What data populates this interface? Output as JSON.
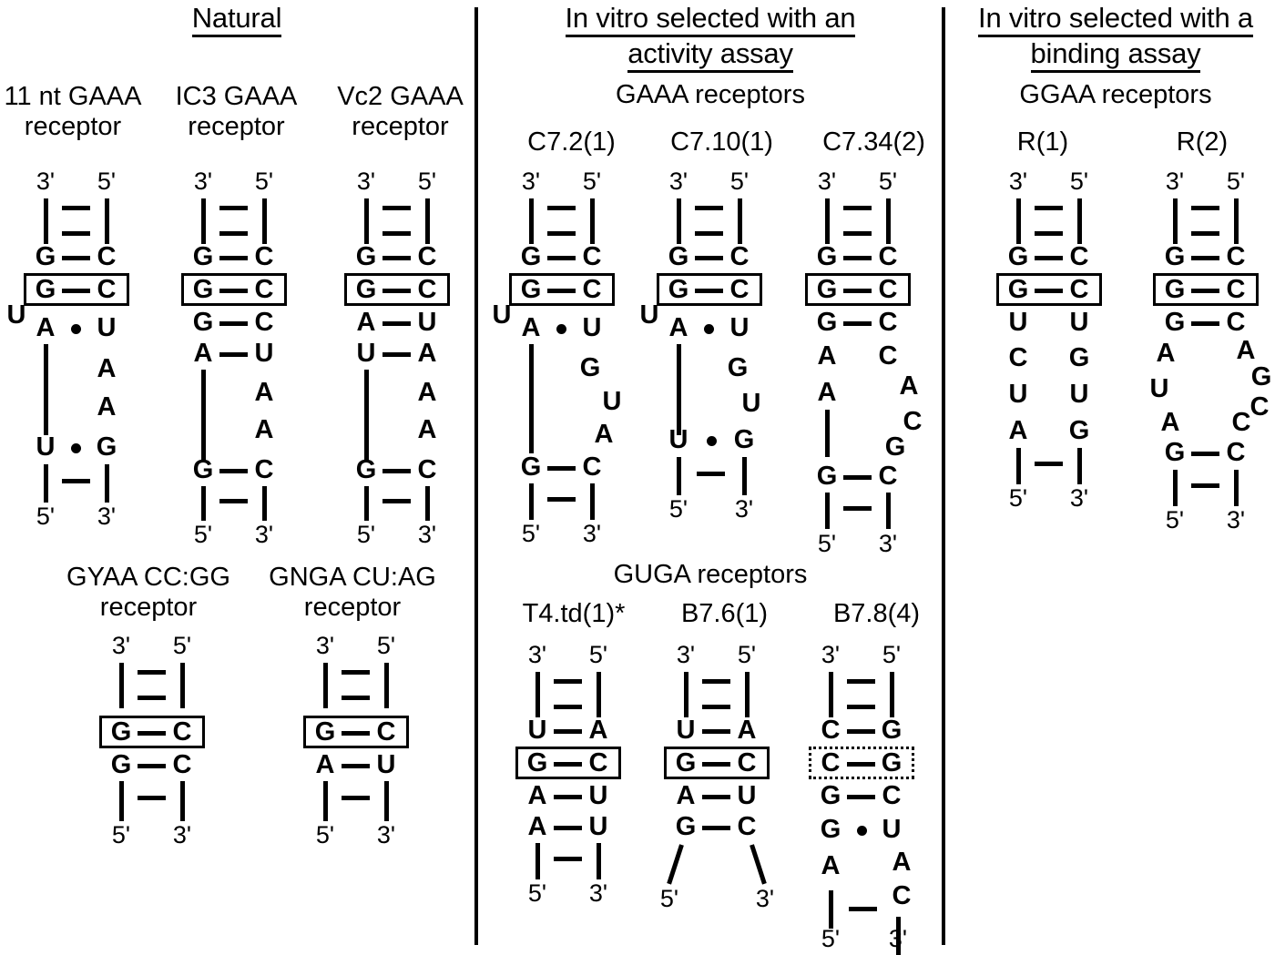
{
  "sections": [
    {
      "id": "natural",
      "title_lines": [
        "Natural"
      ]
    },
    {
      "id": "activity",
      "title_lines": [
        "In vitro selected with an",
        "activity assay"
      ]
    },
    {
      "id": "binding",
      "title_lines": [
        "In vitro selected with a",
        "binding assay"
      ]
    }
  ],
  "group_labels": {
    "gaaa_receptors": "GAAA receptors",
    "guga_receptors": "GUGA receptors",
    "ggaa_receptors": "GGAA receptors"
  },
  "structures": {
    "nt11": {
      "title": "11 nt GAAA\nreceptor",
      "top_left_label": "3'",
      "top_right_label": "5'",
      "bottom_left_label": "5'",
      "bottom_right_label": "3'",
      "left_strand": [
        "G",
        "G",
        "A",
        "U"
      ],
      "right_strand": [
        "C",
        "C",
        "U",
        "A",
        "A",
        "G"
      ],
      "extra_bases": [
        "U"
      ],
      "boxed_pair": "G — C",
      "pair_types": [
        "bar",
        "bar",
        "dot",
        "dot"
      ]
    },
    "ic3": {
      "title": "IC3 GAAA\nreceptor",
      "top_left_label": "3'",
      "top_right_label": "5'",
      "bottom_left_label": "5'",
      "bottom_right_label": "3'",
      "left_strand": [
        "G",
        "G",
        "G",
        "A",
        "G"
      ],
      "right_strand": [
        "C",
        "C",
        "C",
        "U",
        "A",
        "A",
        "C"
      ],
      "boxed_pair": "G — C",
      "pair_types": [
        "bar",
        "bar",
        "bar",
        "bar",
        "bar"
      ]
    },
    "vc2": {
      "title": "Vc2 GAAA\nreceptor",
      "top_left_label": "3'",
      "top_right_label": "5'",
      "bottom_left_label": "5'",
      "bottom_right_label": "3'",
      "left_strand": [
        "G",
        "G",
        "A",
        "U",
        "G"
      ],
      "right_strand": [
        "C",
        "C",
        "U",
        "A",
        "A",
        "A",
        "C"
      ],
      "boxed_pair": "G — C",
      "pair_types": [
        "bar",
        "bar",
        "bar",
        "bar",
        "bar"
      ]
    },
    "gyaa": {
      "title": "GYAA CC:GG\nreceptor",
      "top_left_label": "3'",
      "top_right_label": "5'",
      "bottom_left_label": "5'",
      "bottom_right_label": "3'",
      "left_strand": [
        "G",
        "G"
      ],
      "right_strand": [
        "C",
        "C"
      ],
      "boxed_pair": "G — C",
      "pair_types": [
        "bar",
        "bar"
      ]
    },
    "gnga": {
      "title": "GNGA CU:AG\nreceptor",
      "top_left_label": "3'",
      "top_right_label": "5'",
      "bottom_left_label": "5'",
      "bottom_right_label": "3'",
      "left_strand": [
        "G",
        "A"
      ],
      "right_strand": [
        "C",
        "U"
      ],
      "boxed_pair": "G — C",
      "pair_types": [
        "bar",
        "bar"
      ]
    },
    "c72": {
      "title": "C7.2(1)",
      "top_left_label": "3'",
      "top_right_label": "5'",
      "bottom_left_label": "5'",
      "bottom_right_label": "3'",
      "left_strand": [
        "G",
        "G",
        "A",
        "G"
      ],
      "right_strand": [
        "C",
        "C",
        "U",
        "G",
        "U",
        "A",
        "C"
      ],
      "extra_bases": [
        "U"
      ],
      "boxed_pair": "G — C",
      "pair_types": [
        "bar",
        "bar",
        "dot",
        "bar"
      ]
    },
    "c710": {
      "title": "C7.10(1)",
      "top_left_label": "3'",
      "top_right_label": "5'",
      "bottom_left_label": "5'",
      "bottom_right_label": "3'",
      "left_strand": [
        "G",
        "G",
        "A",
        "U"
      ],
      "right_strand": [
        "C",
        "C",
        "U",
        "G",
        "U",
        "G"
      ],
      "extra_bases": [
        "U"
      ],
      "boxed_pair": "G — C",
      "pair_types": [
        "bar",
        "bar",
        "dot",
        "dot"
      ]
    },
    "c734": {
      "title": "C7.34(2)",
      "top_left_label": "3'",
      "top_right_label": "5'",
      "bottom_left_label": "5'",
      "bottom_right_label": "3'",
      "left_strand": [
        "G",
        "G",
        "G",
        "A",
        "A",
        "G"
      ],
      "right_strand": [
        "C",
        "C",
        "C",
        "C",
        "A",
        "C",
        "G",
        "C"
      ],
      "boxed_pair": "G — C",
      "pair_types": [
        "bar",
        "bar",
        "bar",
        "bar"
      ]
    },
    "t4td": {
      "title": "T4.td(1)*",
      "top_left_label": "3'",
      "top_right_label": "5'",
      "bottom_left_label": "5'",
      "bottom_right_label": "3'",
      "left_strand": [
        "U",
        "G",
        "A",
        "A"
      ],
      "right_strand": [
        "A",
        "C",
        "U",
        "U"
      ],
      "boxed_pair": "G — C",
      "pair_types": [
        "bar",
        "bar",
        "bar",
        "bar"
      ]
    },
    "b76": {
      "title": "B7.6(1)",
      "top_left_label": "3'",
      "top_right_label": "5'",
      "bottom_left_label": "5'",
      "bottom_right_label": "3'",
      "left_strand": [
        "U",
        "G",
        "A",
        "G"
      ],
      "right_strand": [
        "A",
        "C",
        "U",
        "C"
      ],
      "boxed_pair": "G — C",
      "pair_types": [
        "bar",
        "bar",
        "bar",
        "bar"
      ]
    },
    "b78": {
      "title": "B7.8(4)",
      "top_left_label": "3'",
      "top_right_label": "5'",
      "bottom_left_label": "5'",
      "bottom_right_label": "3'",
      "left_strand": [
        "C",
        "C",
        "G",
        "G",
        "A"
      ],
      "right_strand": [
        "G",
        "G",
        "C",
        "U",
        "A",
        "C"
      ],
      "boxed_pair": "C — G",
      "boxed_pair_style": "dotted",
      "pair_types": [
        "bar",
        "bar",
        "bar",
        "dot"
      ]
    },
    "r1": {
      "title": "R(1)",
      "top_left_label": "3'",
      "top_right_label": "5'",
      "bottom_left_label": "5'",
      "bottom_right_label": "3'",
      "left_strand": [
        "G",
        "G",
        "U",
        "C",
        "U",
        "A"
      ],
      "right_strand": [
        "C",
        "C",
        "U",
        "G",
        "U",
        "G"
      ],
      "boxed_pair": "G — C",
      "pair_types": [
        "bar",
        "bar"
      ]
    },
    "r2": {
      "title": "R(2)",
      "top_left_label": "3'",
      "top_right_label": "5'",
      "bottom_left_label": "5'",
      "bottom_right_label": "3'",
      "left_strand": [
        "G",
        "G",
        "G",
        "A",
        "U",
        "A",
        "G"
      ],
      "right_strand": [
        "C",
        "C",
        "C",
        "A",
        "G",
        "C",
        "C",
        "C"
      ],
      "boxed_pair": "G — C",
      "pair_types": [
        "bar",
        "bar",
        "bar",
        "bar"
      ]
    }
  },
  "colors": {
    "ink": "#000000",
    "paper": "#ffffff"
  }
}
